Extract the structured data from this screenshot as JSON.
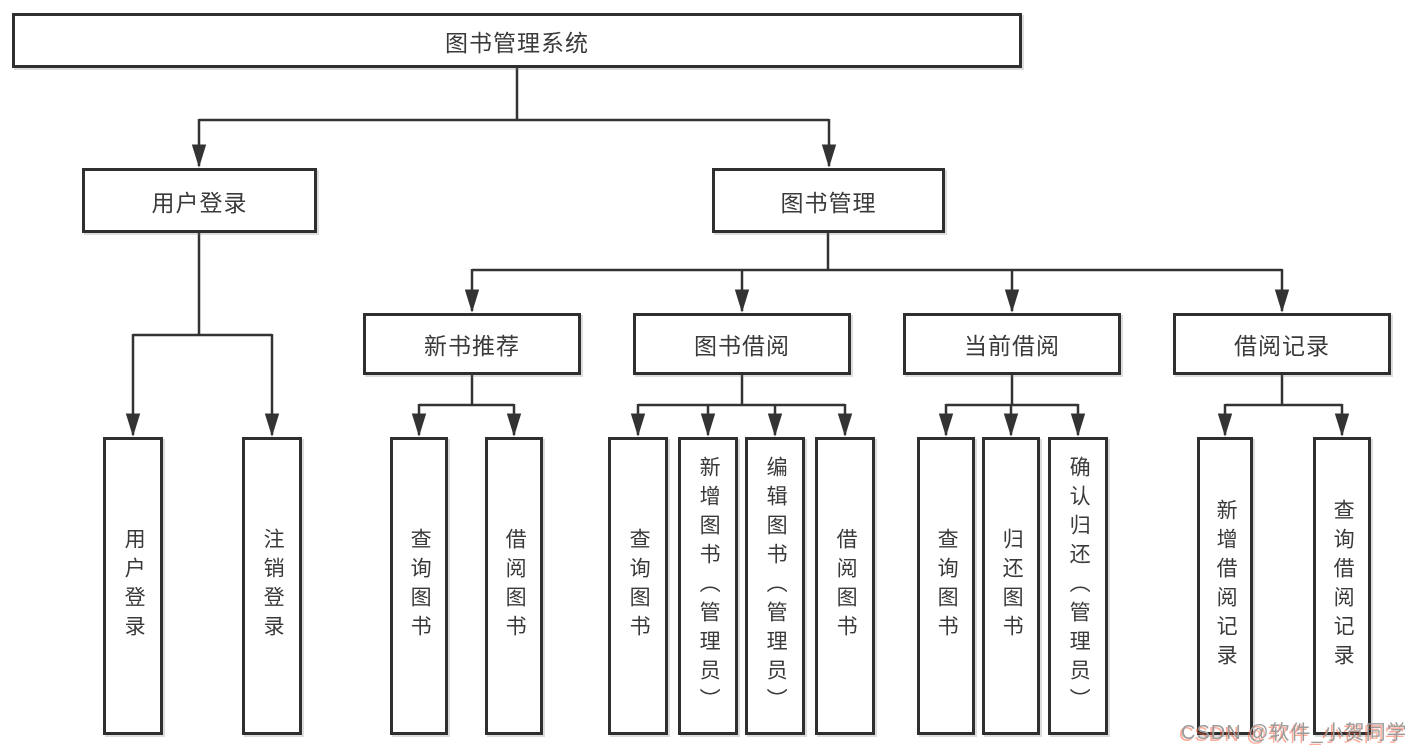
{
  "diagram": {
    "root": {
      "label": "图书管理系统"
    },
    "level1": [
      {
        "label": "用户登录"
      },
      {
        "label": "图书管理"
      }
    ],
    "level2": [
      {
        "label": "新书推荐"
      },
      {
        "label": "图书借阅"
      },
      {
        "label": "当前借阅"
      },
      {
        "label": "借阅记录"
      }
    ],
    "leaves": {
      "user_login": [
        {
          "label": "用户登录"
        },
        {
          "label": "注销登录"
        }
      ],
      "new_book": [
        {
          "label": "查询图书"
        },
        {
          "label": "借阅图书"
        }
      ],
      "book_borrow": [
        {
          "label": "查询图书"
        },
        {
          "label": "新增图书（管理员）"
        },
        {
          "label": "编辑图书（管理员）"
        },
        {
          "label": "借阅图书"
        }
      ],
      "current_borrow": [
        {
          "label": "查询图书"
        },
        {
          "label": "归还图书"
        },
        {
          "label": "确认归还（管理员）"
        }
      ],
      "borrow_record": [
        {
          "label": "新增借阅记录"
        },
        {
          "label": "查询借阅记录"
        }
      ]
    }
  },
  "watermark": {
    "text": "CSDN @软件_小贺同学"
  },
  "colors": {
    "line": "#333333",
    "border": "#2f2f2f",
    "text": "#3a3a3a",
    "watermark_gray": "#9b9b9b",
    "watermark_red": "#fc5531",
    "background": "#ffffff"
  }
}
